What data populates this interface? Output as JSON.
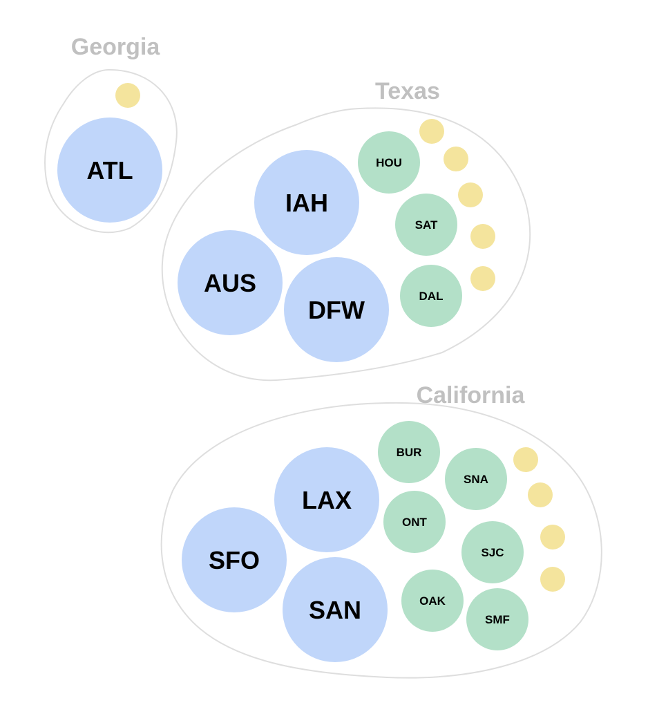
{
  "colors": {
    "large": "#c0d6fa",
    "medium": "#b3e0c8",
    "small": "#f4e49d",
    "outline": "#dedede",
    "group_label": "#c0c0c0",
    "airport_label": "#000000"
  },
  "groups": [
    {
      "label": "Georgia",
      "airports": [
        {
          "code": "ATL",
          "size": "large"
        }
      ],
      "unlabeled_small_count": 1
    },
    {
      "label": "Texas",
      "airports": [
        {
          "code": "IAH",
          "size": "large"
        },
        {
          "code": "AUS",
          "size": "large"
        },
        {
          "code": "DFW",
          "size": "large"
        },
        {
          "code": "HOU",
          "size": "medium"
        },
        {
          "code": "SAT",
          "size": "medium"
        },
        {
          "code": "DAL",
          "size": "medium"
        }
      ],
      "unlabeled_small_count": 5
    },
    {
      "label": "California",
      "airports": [
        {
          "code": "LAX",
          "size": "large"
        },
        {
          "code": "SFO",
          "size": "large"
        },
        {
          "code": "SAN",
          "size": "large"
        },
        {
          "code": "BUR",
          "size": "medium"
        },
        {
          "code": "SNA",
          "size": "medium"
        },
        {
          "code": "ONT",
          "size": "medium"
        },
        {
          "code": "SJC",
          "size": "medium"
        },
        {
          "code": "OAK",
          "size": "medium"
        },
        {
          "code": "SMF",
          "size": "medium"
        }
      ],
      "unlabeled_small_count": 4
    }
  ]
}
